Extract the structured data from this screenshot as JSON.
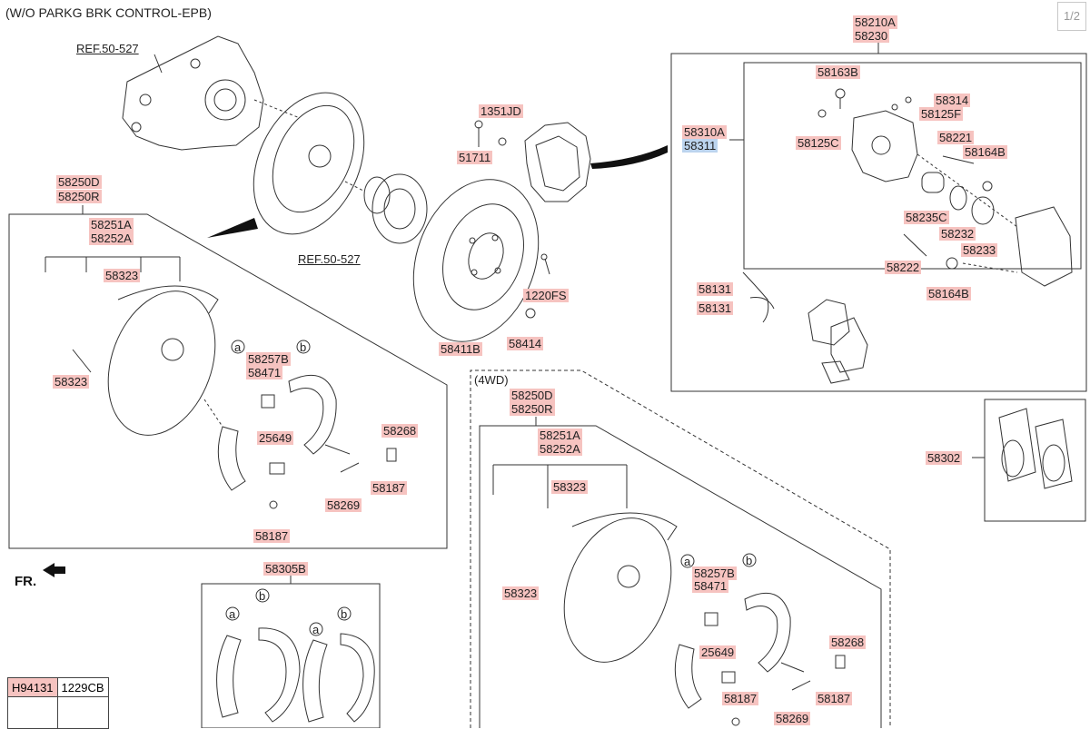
{
  "header": {
    "caption": "(W/O PARKG BRK CONTROL-EPB)",
    "page_indicator": "1/2"
  },
  "refs": [
    "REF.50-527",
    "REF.50-527"
  ],
  "group_label_4wd": "(4WD)",
  "fr_label": "FR.",
  "labels": {
    "l58210A": "58210A",
    "l58230": "58230",
    "l58163B": "58163B",
    "l58314": "58314",
    "l58125F": "58125F",
    "l58310A": "58310A",
    "l58311": "58311",
    "l58125C": "58125C",
    "l58221": "58221",
    "l58164Bt": "58164B",
    "l58235C": "58235C",
    "l58232": "58232",
    "l58233": "58233",
    "l58222": "58222",
    "l58164Bb": "58164B",
    "l58131a": "58131",
    "l58131b": "58131",
    "l58302": "58302",
    "l1351JD": "1351JD",
    "l51711": "51711",
    "l1220FS": "1220FS",
    "l58411B": "58411B",
    "l58414": "58414",
    "l58250D": "58250D",
    "l58250R": "58250R",
    "l58251A": "58251A",
    "l58252A": "58252A",
    "l58323a": "58323",
    "l58323b": "58323",
    "l58257B": "58257B",
    "l58471": "58471",
    "l58268": "58268",
    "l25649": "25649",
    "l58187a": "58187",
    "l58269": "58269",
    "l58187b": "58187",
    "l58305B": "58305B",
    "r58250D": "58250D",
    "r58250R": "58250R",
    "r58251A": "58251A",
    "r58252A": "58252A",
    "r58323a": "58323",
    "r58323b": "58323",
    "r58257B": "58257B",
    "r58471": "58471",
    "r58268": "58268",
    "r25649": "25649",
    "r58187a": "58187",
    "r58187b": "58187",
    "r58269": "58269"
  },
  "circle_markers": [
    "a",
    "b",
    "a",
    "b",
    "a",
    "b",
    "a",
    "b"
  ],
  "table": {
    "col1": "H94131",
    "col2": "1229CB"
  }
}
